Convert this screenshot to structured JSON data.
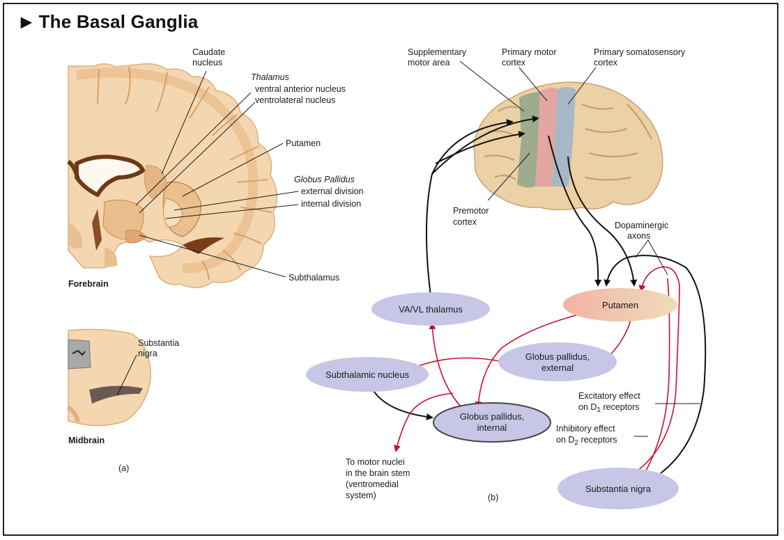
{
  "title": "The Basal Ganglia",
  "colors": {
    "tissue_light": "#f4d7b0",
    "tissue_mid": "#e2b07c",
    "tissue_dark": "#8a4e24",
    "node_fill": "#c8c6e6",
    "putamen_fill": "#f2b7a6",
    "excitatory": "#c8102e",
    "inhibitory": "#111111",
    "motor_cortex": "#e3a1a0",
    "somatosensory": "#9fb5c9",
    "premotor": "#8fa48a"
  },
  "panel_a": {
    "forebrain_labels": {
      "caudate": [
        "Caudate",
        "nucleus"
      ],
      "thalamus_title": "Thalamus",
      "thalamus_va": "ventral anterior nucleus",
      "thalamus_vl": "ventrolateral nucleus",
      "putamen": "Putamen",
      "gp_title": "Globus Pallidus",
      "gp_ext": "external division",
      "gp_int": "internal division",
      "subthalamus": "Subthalamus",
      "forebrain": "Forebrain"
    },
    "midbrain_labels": {
      "substantia": [
        "Substantia",
        "nigra"
      ],
      "midbrain": "Midbrain"
    },
    "caption": "(a)"
  },
  "panel_b": {
    "cortex_labels": {
      "sma": [
        "Supplementary",
        "motor area"
      ],
      "primary_motor": [
        "Primary motor",
        "cortex"
      ],
      "somatosensory": [
        "Primary somatosensory",
        "cortex"
      ],
      "premotor": [
        "Premotor",
        "cortex"
      ]
    },
    "nodes": {
      "thalamus": "VA/VL thalamus",
      "putamen": "Putamen",
      "gp_external": [
        "Globus pallidus,",
        "external"
      ],
      "subthalamic": "Subthalamic nucleus",
      "gp_internal": [
        "Globus pallidus,",
        "internal"
      ],
      "substantia_nigra": "Substantia nigra"
    },
    "annotations": {
      "dopaminergic": [
        "Dopaminergic",
        "axons"
      ],
      "excitatory": [
        "Excitatory effect",
        "on D",
        "1",
        " receptors"
      ],
      "inhibitory": [
        "Inhibitory effect",
        "on D",
        "2",
        " receptors"
      ],
      "motor_nuclei": [
        "To motor nuclei",
        "in the brain stem",
        "(ventromedial",
        "system)"
      ]
    },
    "caption": "(b)"
  }
}
